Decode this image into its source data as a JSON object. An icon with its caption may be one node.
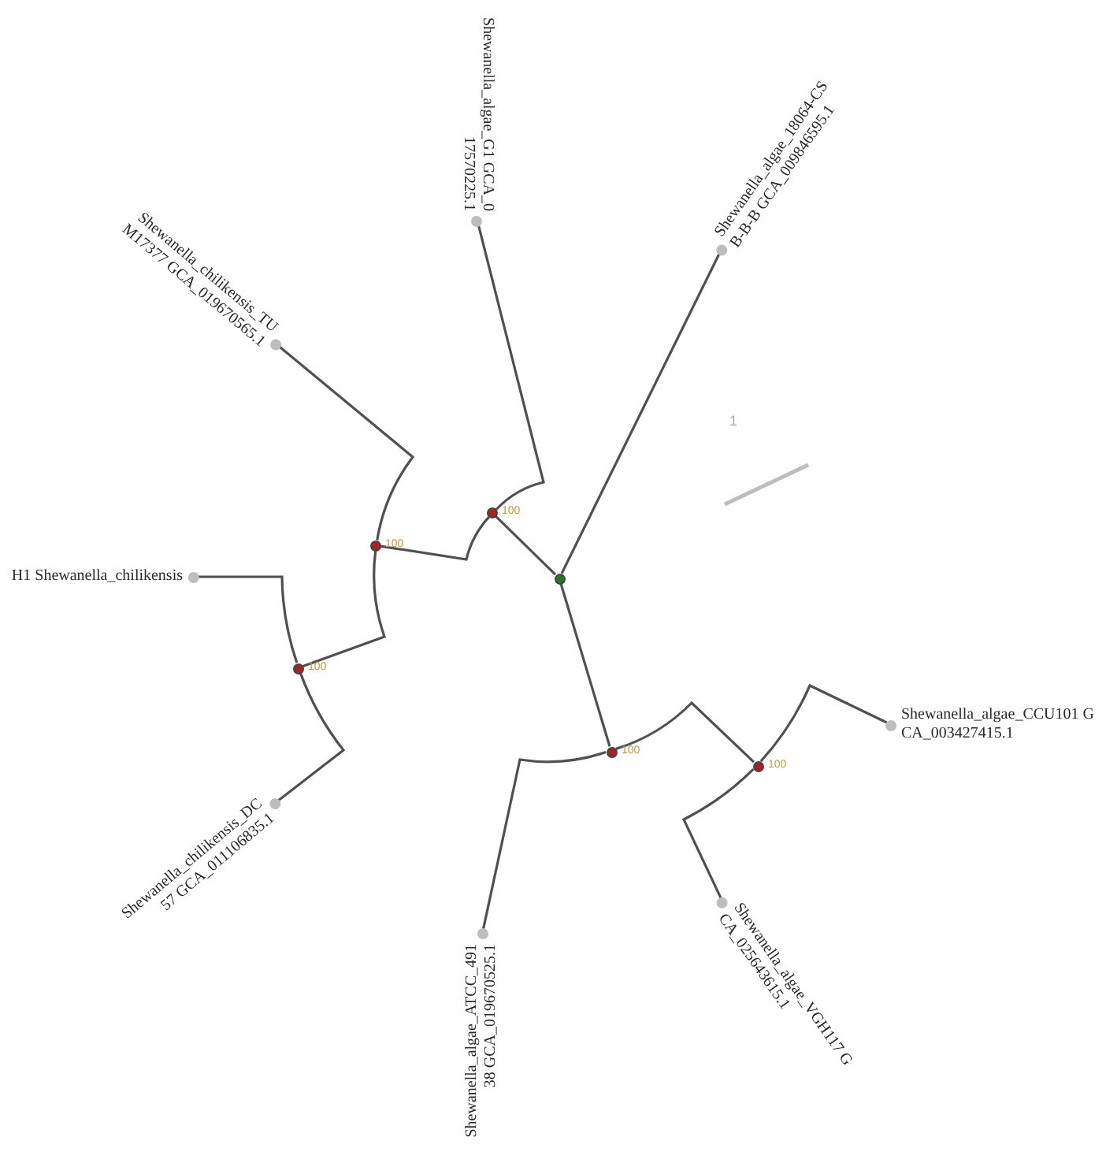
{
  "diagram": {
    "nodes": [
      {
        "text": [
          "Shewanella_algae_G1 GCA_0 17570225.1"
        ]
      },
      {
        "text": [
          "Shewanella_chilikensis_TU M17377 GCA_019670565.1"
        ]
      },
      {
        "text": [
          "Shewanella_algae_18064-CS B-B-B GCA_009846595.1"
        ]
      },
      {
        "text": [
          "H1 Shewanella_chilikensis"
        ]
      },
      {
        "text": [
          "Shewanella_chilikensis_DC 57 GCA_011106835.1"
        ]
      },
      {
        "text": [
          "Shewanella_algae_ATCC_491 38 GCA_019670525.1"
        ]
      },
      {
        "text": [
          "Shewanella_algae_VGH117 G CA_025643615.1"
        ]
      },
      {
        "text": [
          "Shewanella_algae_CCU101 G CA_003427415.1"
        ]
      },
      {
        "text": [],
        "shape": "circle"
      },
      {
        "text": [],
        "shape": "circle",
        "beside": [
          "100"
        ]
      },
      {
        "text": [],
        "shape": "circle",
        "beside": [
          "100"
        ]
      },
      {
        "text": [],
        "shape": "circle",
        "beside": [
          "100"
        ]
      },
      {
        "text": [],
        "shape": "circle",
        "beside": [
          "100"
        ]
      },
      {
        "text": [],
        "shape": "circle",
        "beside": [
          "100"
        ]
      }
    ],
    "edges": [
      {
        "from": 8,
        "to": 2,
        "arrow": "none"
      },
      {
        "from": 8,
        "to": 9,
        "arrow": "none"
      },
      {
        "from": 8,
        "to": 12,
        "arrow": "none"
      },
      {
        "from": 9,
        "to": 0,
        "arrow": "none"
      },
      {
        "from": 9,
        "to": 10,
        "arrow": "none"
      },
      {
        "from": 10,
        "to": 1,
        "arrow": "none"
      },
      {
        "from": 10,
        "to": 11,
        "arrow": "none"
      },
      {
        "from": 11,
        "to": 3,
        "arrow": "none"
      },
      {
        "from": 11,
        "to": 4,
        "arrow": "none"
      },
      {
        "from": 12,
        "to": 5,
        "arrow": "none"
      },
      {
        "from": 12,
        "to": 13,
        "arrow": "none"
      },
      {
        "from": 13,
        "to": 7,
        "arrow": "none"
      },
      {
        "from": 13,
        "to": 6,
        "arrow": "none"
      }
    ],
    "labels": [
      "1"
    ]
  }
}
